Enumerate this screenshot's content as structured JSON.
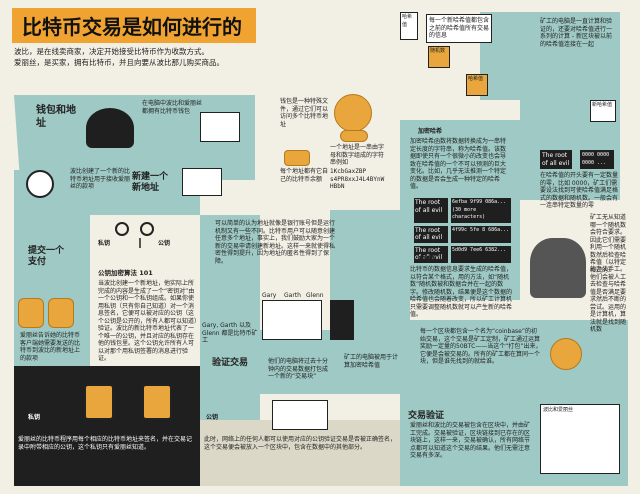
{
  "title": "比特币交易是如何进行的",
  "intro": {
    "line1": "波比，是在线卖商家，决定开始接受比特币作为收款方式。",
    "line2": "爱丽丝，是买家，拥有比特币，并且向要从波比那儿购买商品。"
  },
  "wallet": {
    "label": "钱包和地址",
    "desc1": "在电脑中波比和爱丽丝都拥有比特币钱包",
    "desc2": "钱包是一种特殊文件，通过它们可以访问多个比特币地址",
    "desc3": "一个地址是一串由字母和数字组成的字符串例如",
    "address_sample": "1KcbGaxZBP s4PR8xxJ4L4BYnW HBbN",
    "desc4": "每个地址都有它自己的比特币余额"
  },
  "new_address": {
    "label": "新建一个新地址",
    "desc": "波比创建了一个新的比特币地址用于接收爱丽丝的款项"
  },
  "address_note": "可以简单的认为地址就像是银行账号但是运行机制又有一些不同。比特币用户可以随意创建任意多个地址，事实上，我们鼓励大家为一个新的交易申请创建新地址。这样一来就使得私密性得到提升，因为地址的匿名性得到了保障。",
  "keys": {
    "private_label": "私钥",
    "public_label": "公钥",
    "heading": "公钥加密算法 101",
    "body": "当波比创建一个新地址，他实际上所完成的内容是生成了一个“密钥对”由一个公钥和一个私钥组成。如果你使用私钥（只有你自己知道）对一个消息签名，它便可以被对应的公钥（这个公钥是公开的，所有人都可以知道）验证。波比的新比特币地址代表了一个唯一的公钥，并且对应的私钥存在他的钱包里。这个公钥允许所有人可以对那个用私钥签署的消息进行验证。"
  },
  "submit": {
    "label": "提交一个支付",
    "desc": "爱丽丝告诉她的比特币客户端她需要发送的比特币到波比的新地址上的款项"
  },
  "private_key_note": {
    "label": "私钥",
    "public": "公钥",
    "left": "爱丽丝的比特币程序用每个相应的比特币地址来签名，并在交易记录中附带相应的公钥，这个私钥只有爱丽丝知道。",
    "right": "此时，网络上的任何人都可以使用对应的公钥验证交易是否被正确签名，这个交易便会被放入一个区块中，包含在数据中的其他部分。"
  },
  "verify": {
    "label": "验证交易",
    "desc": "Gary, Garth 以及 Glenn 都是比特币矿工",
    "desc2": "他们的电脑将过去十分钟内的交易数据打包成一个新的“交易块”",
    "miners": [
      "Gary",
      "Garth",
      "Glenn"
    ],
    "miners_desc": "矿工的电脑被用于计算加密哈希值"
  },
  "hash": {
    "heading": "加密哈希",
    "body": "加密哈希函数将数据转换成为一串特定长度的字符串，称为哈希值。该数据即使只有一个很微小的改变也会导致在哈希值的一个不可以预测的巨大变化。比如，几乎无法推测一个特定的数据是否会生成一种特定的哈希值。",
    "rows": [
      {
        "text": "The root of all evil",
        "hash": "6efba 9f99 086a... (30 more characters)"
      },
      {
        "text": "The root of all evil",
        "hash": "4f99c 5fe 8 686a..."
      },
      {
        "text": "The root of all evil",
        "hash": "5d0d9 7ee6 6382..."
      }
    ],
    "nonce_heading": "随机数",
    "nonce_body": "比特币的数据信息要求生成的哈希值，以符合某个格式，用的方法，如“随机数”随机数被和数据合并在一起的数字。修改随机数，结果便是这个数据的哈希值也会随着改变，所以矿工计算机只需要调整随机数就可以产生新的哈希值。"
  },
  "chain": {
    "top_block": "每一个新哈希值都包含之前的哈希值所有交易的信息",
    "block_a": "哈希值",
    "block_b": "随机数",
    "block_c": "哈希值",
    "block_d": "新哈希值",
    "side_note": "矿工的电脑是一直计算和验证的，还要对哈希值进行一系列的计算 - 新区块被以前的哈希值连接在一起"
  },
  "difficulty": {
    "box1": "The root of all evil",
    "box2": "0000 0000 0000 ...",
    "desc": "在哈希值的开头要有一定数量的零，比如 0000，矿工们需要设法找到可使哈希值满足格式的数据和随机数。一般会有一连串特定数量的零"
  },
  "reward": {
    "desc": "矿工无从知道哪一个随机数会符合要求。因此它们需要利用一个随机数然后检查哈希值（以特定格式的）",
    "body2": "的办法手工。他们会被人工去检查与哈希值是否满足要求然后不断的尝试。运用的是计算机，算法就是找到随机数",
    "new_block": "每一个区块都包含一个名为“coinbase”的初始交易，这个交易是矿工定制，矿工通过运算奖励一定量的50BTC——当这个“打包”出来，它便是会被交易的。所有的矿工都在算同一个块，但是谁先找到的就给谁。"
  },
  "final": {
    "label": "交易验证",
    "desc": "爱丽丝和波比的交易被包含在区块中，并由矿工完成。交易被验证，区块链接到已存在的区块链上，这样一来，交易被确认，所有网络节点都可以知道这个交易的结果。他们无需注意交易有多深。",
    "block_label": "波比和爱丽丝"
  },
  "colors": {
    "title_bg": "#f0a330",
    "band": "#9ec9c4",
    "dark": "#1f1f1f",
    "coin": "#e8a63c"
  }
}
